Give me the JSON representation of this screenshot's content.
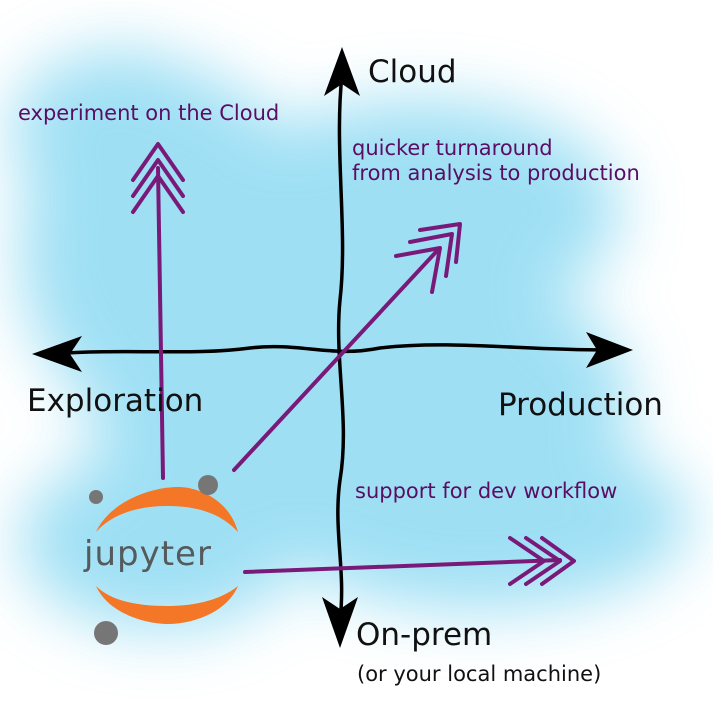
{
  "axes": {
    "up": "Cloud",
    "left": "Exploration",
    "right": "Production",
    "down": "On-prem",
    "down_note": "(or your local machine)"
  },
  "annotations": {
    "cloud_experiment": "experiment on the Cloud",
    "turnaround_line1": "quicker turnaround",
    "turnaround_line2": "from analysis to production",
    "dev_workflow": "support for dev workflow"
  },
  "logo": {
    "wordmark": "jupyter"
  },
  "colors": {
    "axis": "#000000",
    "arrow": "#7a1a78",
    "annotation_text": "#5a0d62",
    "glow": "#7fd6f2",
    "logo_orange": "#f37726",
    "logo_gray": "#767677",
    "logo_text": "#555a5c"
  }
}
